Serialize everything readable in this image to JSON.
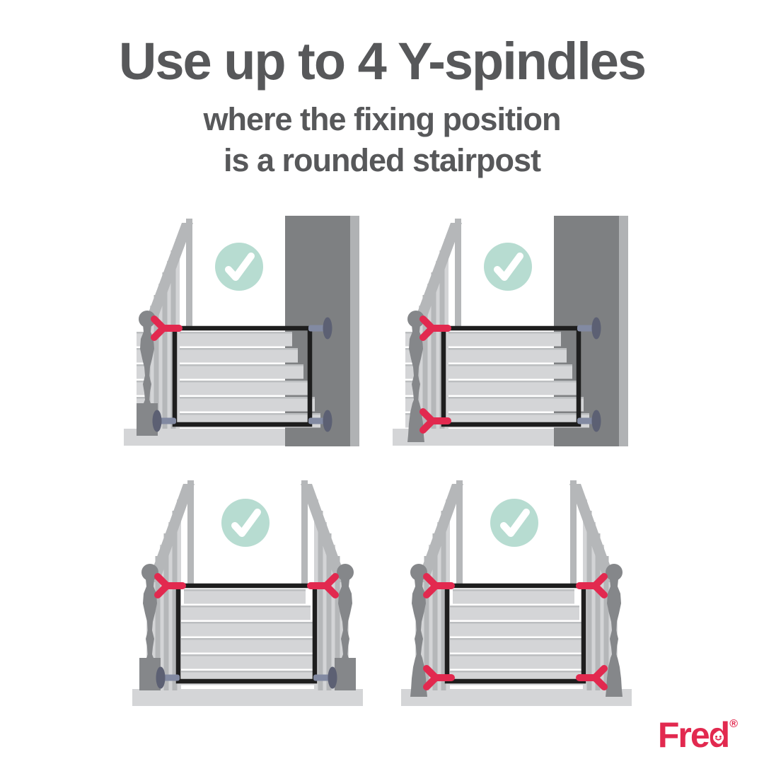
{
  "header": {
    "title": "Use up to 4 Y-spindles",
    "subtitle_line1": "where the fixing position",
    "subtitle_line2": "is a rounded stairpost"
  },
  "footer": {
    "brand": "Fred",
    "registered": "®"
  },
  "colors": {
    "title_text": "#57585a",
    "accent_red": "#e2294f",
    "check_mint": "#b7dcd1",
    "check_mark": "#ffffff",
    "gate_frame": "#1e1e1e",
    "wall": "#7e8082",
    "wall_edge": "#b0b2b4",
    "step": "#d4d5d7",
    "step_shadow": "#bcbec0",
    "floor": "#d4d5d7",
    "spindle": "#b5b7b9",
    "spindle_light": "#d3d4d6",
    "rail": "#b5b7b9",
    "newel": "#85878a",
    "cup_disc": "#5c6073",
    "cup_stem": "#828aa2"
  },
  "diagrams": [
    {
      "name": "top-left",
      "label": "one Y-spindle on rounded stairpost, wall on right",
      "scene": "wall-right",
      "status": "check",
      "fixings": {
        "top_left": "y-spindle",
        "top_right": "wall-cup",
        "bottom_left": "wall-cup",
        "bottom_right": "wall-cup"
      }
    },
    {
      "name": "top-right",
      "label": "two Y-spindles on rounded stairpost, wall on right",
      "scene": "wall-right",
      "status": "check",
      "fixings": {
        "top_left": "y-spindle",
        "top_right": "wall-cup",
        "bottom_left": "y-spindle",
        "bottom_right": "wall-cup"
      }
    },
    {
      "name": "bottom-left",
      "label": "two Y-spindles on two rounded stairposts",
      "scene": "posts-both-sides",
      "status": "check",
      "fixings": {
        "top_left": "y-spindle",
        "top_right": "y-spindle",
        "bottom_left": "wall-cup",
        "bottom_right": "wall-cup"
      }
    },
    {
      "name": "bottom-right",
      "label": "four Y-spindles on two rounded stairposts",
      "scene": "posts-both-sides",
      "status": "check",
      "fixings": {
        "top_left": "y-spindle",
        "top_right": "y-spindle",
        "bottom_left": "y-spindle",
        "bottom_right": "y-spindle"
      }
    }
  ]
}
